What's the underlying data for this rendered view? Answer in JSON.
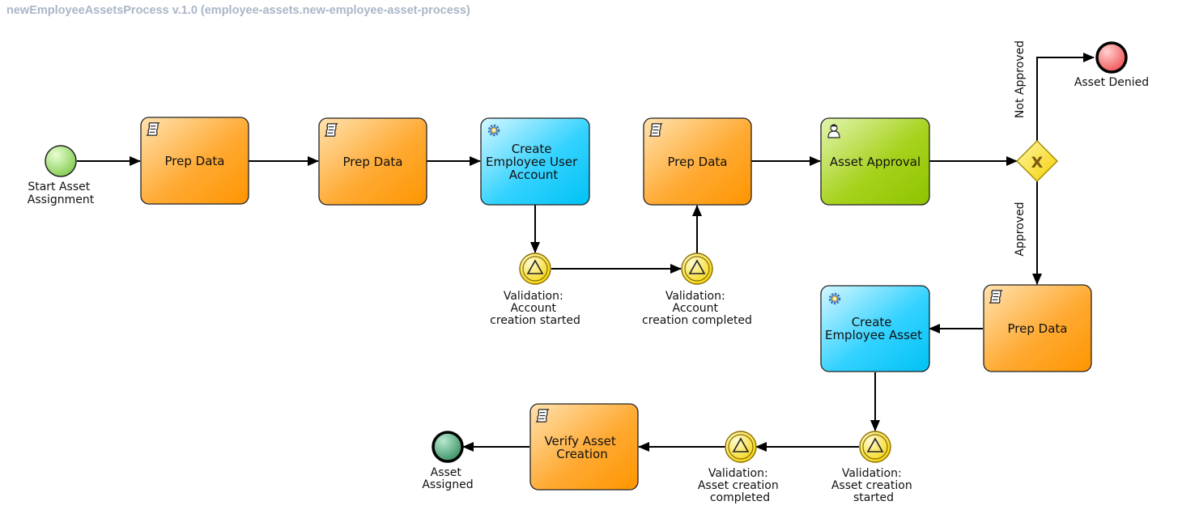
{
  "header": {
    "title": "newEmployeeAssetsProcess v.1.0 (employee-assets.new-employee-asset-process)"
  },
  "colors": {
    "script_task": "#ff9900",
    "service_task": "#00ccff",
    "user_task": "#99cc00",
    "start_event": "#8fd15a",
    "end_denied": "#f35555",
    "end_assigned": "#2e8b57",
    "gateway": "#ffd400",
    "signal_event": "#ffe000"
  },
  "start_event": {
    "label": [
      "Start Asset",
      "Assignment"
    ]
  },
  "tasks": {
    "prep1": {
      "kind": "script",
      "icon": "script-icon",
      "label": [
        "Prep Data"
      ]
    },
    "prep2": {
      "kind": "script",
      "icon": "script-icon",
      "label": [
        "Prep Data"
      ]
    },
    "create_account": {
      "kind": "service",
      "icon": "gear-icon",
      "label": [
        "Create",
        "Employee User",
        "Account"
      ]
    },
    "prep3": {
      "kind": "script",
      "icon": "script-icon",
      "label": [
        "Prep Data"
      ]
    },
    "approval": {
      "kind": "user",
      "icon": "user-icon",
      "label": [
        "Asset Approval"
      ]
    },
    "prep4": {
      "kind": "script",
      "icon": "script-icon",
      "label": [
        "Prep Data"
      ]
    },
    "create_asset": {
      "kind": "service",
      "icon": "gear-icon",
      "label": [
        "Create",
        "Employee Asset"
      ]
    },
    "verify": {
      "kind": "script",
      "icon": "script-icon",
      "label": [
        "Verify Asset",
        "Creation"
      ]
    }
  },
  "signal_events": {
    "acc_started": {
      "label": [
        "Validation:",
        "Account",
        "creation started"
      ]
    },
    "acc_completed": {
      "label": [
        "Validation:",
        "Account",
        "creation completed"
      ]
    },
    "asset_started": {
      "label": [
        "Validation:",
        "Asset creation",
        "started"
      ]
    },
    "asset_completed": {
      "label": [
        "Validation:",
        "Asset creation",
        "completed"
      ]
    }
  },
  "gateway": {
    "symbol": "X"
  },
  "end_events": {
    "denied": {
      "label": [
        "Asset Denied"
      ]
    },
    "assigned": {
      "label": [
        "Asset",
        "Assigned"
      ]
    }
  },
  "flow_labels": {
    "not_approved": "Not Approved",
    "approved": "Approved"
  }
}
